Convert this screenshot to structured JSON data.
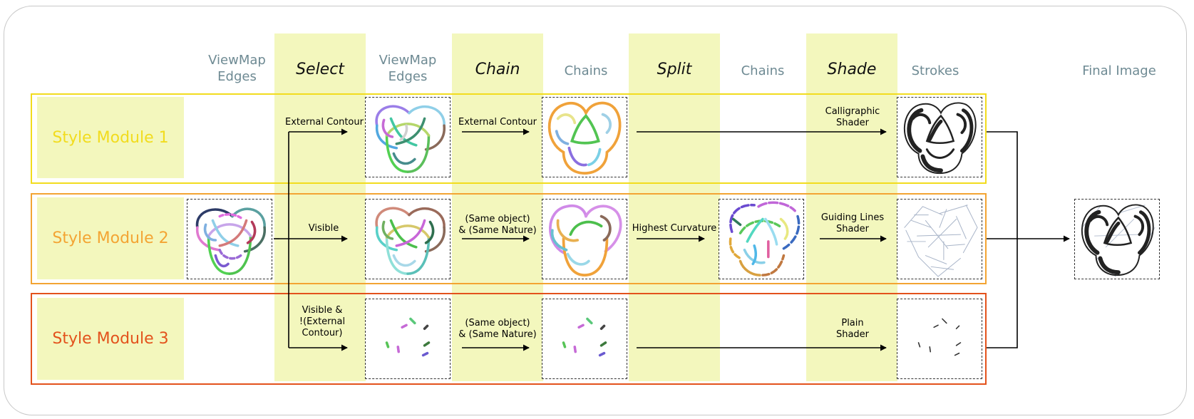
{
  "columns": {
    "viewmap_edges_1": "ViewMap\nEdges",
    "select": "Select",
    "viewmap_edges_2": "ViewMap\nEdges",
    "chain": "Chain",
    "chains_1": "Chains",
    "split": "Split",
    "chains_2": "Chains",
    "shade": "Shade",
    "strokes": "Strokes",
    "final_image": "Final Image"
  },
  "modules": [
    {
      "label": "Style Module 1",
      "color": "#f2dc1e"
    },
    {
      "label": "Style Module 2",
      "color": "#f3a433"
    },
    {
      "label": "Style Module 3",
      "color": "#e3521c"
    }
  ],
  "labels": {
    "m1_select": "External Contour",
    "m1_chain": "External Contour",
    "m1_shade": "Calligraphic\nShader",
    "m2_select": "Visible",
    "m2_chain": "(Same object)\n& (Same Nature)",
    "m2_split": "Highest Curvature",
    "m2_shade": "Guiding Lines\nShader",
    "m3_select": "Visible &\n!(External\nContour)",
    "m3_chain": "(Same object)\n& (Same Nature)",
    "m3_shade": "Plain\nShader"
  },
  "colors": {
    "stage_band": "#f3f7bd",
    "header_text": "#6e8a93",
    "frame": "#c8c8c8"
  }
}
